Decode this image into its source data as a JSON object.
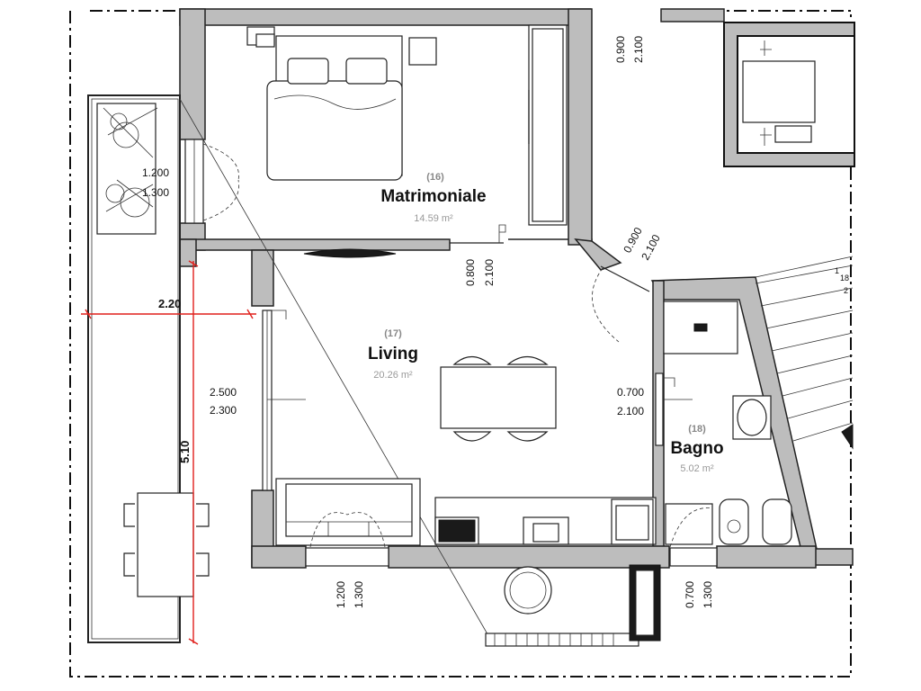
{
  "rooms": {
    "matrimoniale": {
      "number": "(16)",
      "name": "Matrimoniale",
      "area": "14.59 m²"
    },
    "living": {
      "number": "(17)",
      "name": "Living",
      "area": "20.26 m²"
    },
    "bagno": {
      "number": "(18)",
      "name": "Bagno",
      "area": "5.02 m²"
    }
  },
  "openings": {
    "bedroom_window": {
      "width": "1.200",
      "height": "1.300"
    },
    "bedroom_door": {
      "width": "0.800",
      "height": "2.100"
    },
    "entry_door_top": {
      "width": "0.900",
      "height": "2.100"
    },
    "diagonal_door": {
      "width": "0.900",
      "height": "2.100"
    },
    "living_window": {
      "width": "2.500",
      "height": "2.300"
    },
    "bath_door": {
      "width": "0.700",
      "height": "2.100"
    },
    "living_bottom_window": {
      "width": "1.200",
      "height": "1.300"
    },
    "bath_bottom_window": {
      "width": "0.700",
      "height": "1.300"
    }
  },
  "terrace": {
    "width_dim": "2.20",
    "length_dim": "5.10"
  },
  "stairs": {
    "step_1": "1",
    "step_2": "2",
    "step_18": "18"
  },
  "colors": {
    "wall_fill": "#bdbdbd",
    "line": "#222222",
    "dimension_marker": "#e0201c"
  }
}
